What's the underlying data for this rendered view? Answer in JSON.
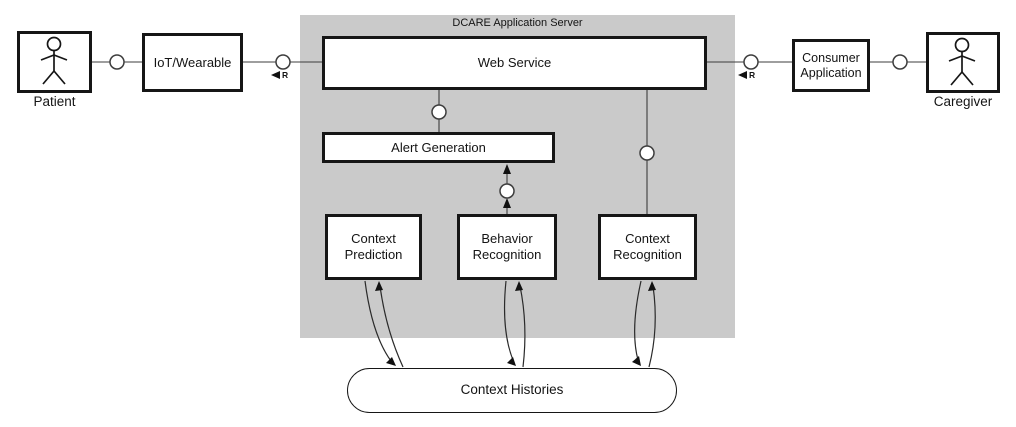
{
  "diagram": {
    "server_title": "DCARE Application Server",
    "actors": {
      "patient": {
        "label": "Patient"
      },
      "caregiver": {
        "label": "Caregiver"
      }
    },
    "nodes": {
      "iot_wearable": {
        "label": "IoT/Wearable"
      },
      "web_service": {
        "label": "Web Service"
      },
      "consumer_application": {
        "label": "Consumer Application"
      },
      "alert_generation": {
        "label": "Alert Generation"
      },
      "context_prediction": {
        "label": "Context Prediction"
      },
      "behavior_recognition": {
        "label": "Behavior Recognition"
      },
      "context_recognition": {
        "label": "Context Recognition"
      },
      "context_histories": {
        "label": "Context Histories"
      }
    },
    "interface_labels": {
      "left_r": "R",
      "right_r": "R"
    },
    "edges": [
      {
        "from": "patient",
        "to": "iot_wearable",
        "style": "ball-interface"
      },
      {
        "from": "iot_wearable",
        "to": "web_service",
        "style": "ball-interface",
        "label": "R"
      },
      {
        "from": "web_service",
        "to": "consumer_application",
        "style": "ball-interface",
        "label": "R"
      },
      {
        "from": "consumer_application",
        "to": "caregiver",
        "style": "ball-interface"
      },
      {
        "from": "web_service",
        "to": "alert_generation",
        "style": "ball-interface"
      },
      {
        "from": "web_service",
        "to": "context_recognition",
        "style": "ball-interface"
      },
      {
        "from": "behavior_recognition",
        "to": "alert_generation",
        "style": "ball-interface-arrow"
      },
      {
        "from": "context_prediction",
        "to": "context_histories",
        "style": "double-arrow"
      },
      {
        "from": "behavior_recognition",
        "to": "context_histories",
        "style": "double-arrow"
      },
      {
        "from": "context_recognition",
        "to": "context_histories",
        "style": "double-arrow"
      }
    ],
    "colors": {
      "server_bg": "#cacaca",
      "box_fill": "#ffffff",
      "box_border": "#161616",
      "line": "#3c3c3c"
    }
  }
}
